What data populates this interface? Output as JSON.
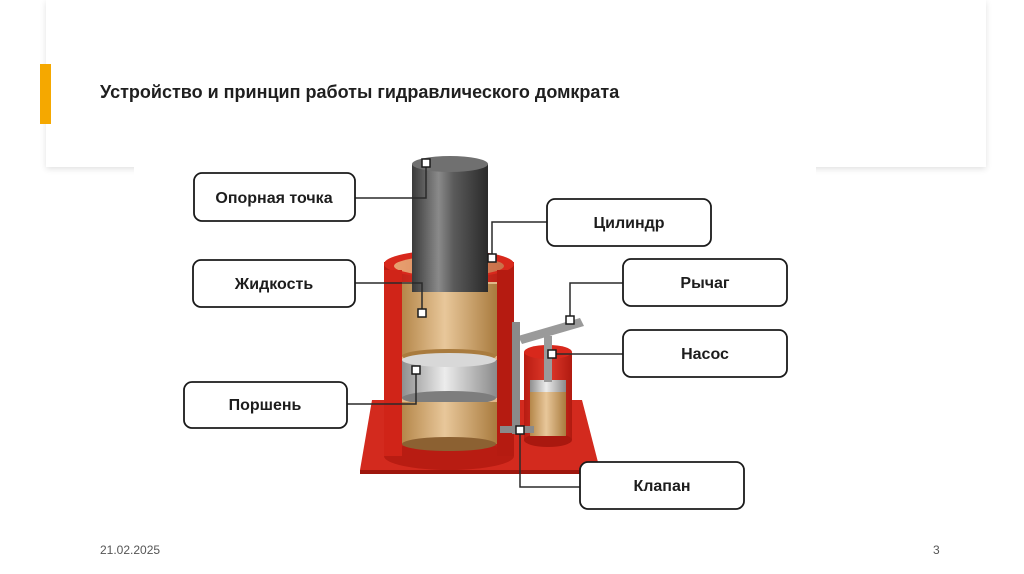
{
  "slide": {
    "title": "Устройство и принцип работы гидравлического домкрата",
    "date": "21.02.2025",
    "page_number": "3"
  },
  "colors": {
    "accent": "#f5a800",
    "housing_red": "#d8281c",
    "oil": "#c49a5c",
    "metal": "#9a9a9a"
  },
  "labels": {
    "support_point": "Опорная точка",
    "fluid": "Жидкость",
    "piston": "Поршень",
    "cylinder": "Цилиндр",
    "lever": "Рычаг",
    "pump": "Насос",
    "valve": "Клапан"
  }
}
